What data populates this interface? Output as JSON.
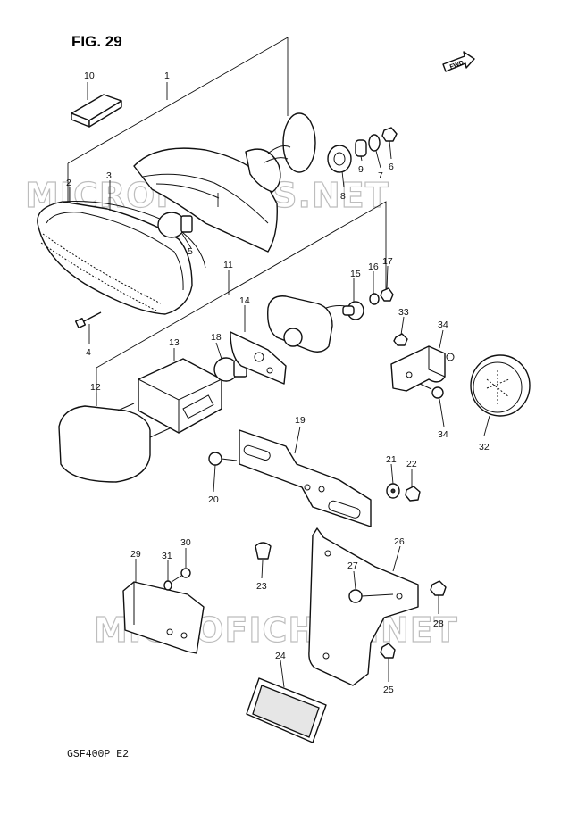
{
  "figure": {
    "title": "FIG. 29",
    "model": "GSF400P  E2",
    "fwd_badge": "FWD"
  },
  "watermarks": [
    "MICROFICHES.NET",
    "MICROFICHES.NET"
  ],
  "callouts": {
    "c1": "1",
    "c2": "2",
    "c3": "3",
    "c4": "4",
    "c5": "5",
    "c6": "6",
    "c7": "7",
    "c8": "8",
    "c9": "9",
    "c10": "10",
    "c11": "11",
    "c12": "12",
    "c13": "13",
    "c14": "14",
    "c15": "15",
    "c16": "16",
    "c17": "17",
    "c18": "18",
    "c19": "19",
    "c20": "20",
    "c21": "21",
    "c22": "22",
    "c23": "23",
    "c24": "24",
    "c25": "25",
    "c26": "26",
    "c27": "27",
    "c28": "28",
    "c29": "29",
    "c30": "30",
    "c31": "31",
    "c32": "32",
    "c33": "33",
    "c34a": "34",
    "c34b": "34"
  }
}
